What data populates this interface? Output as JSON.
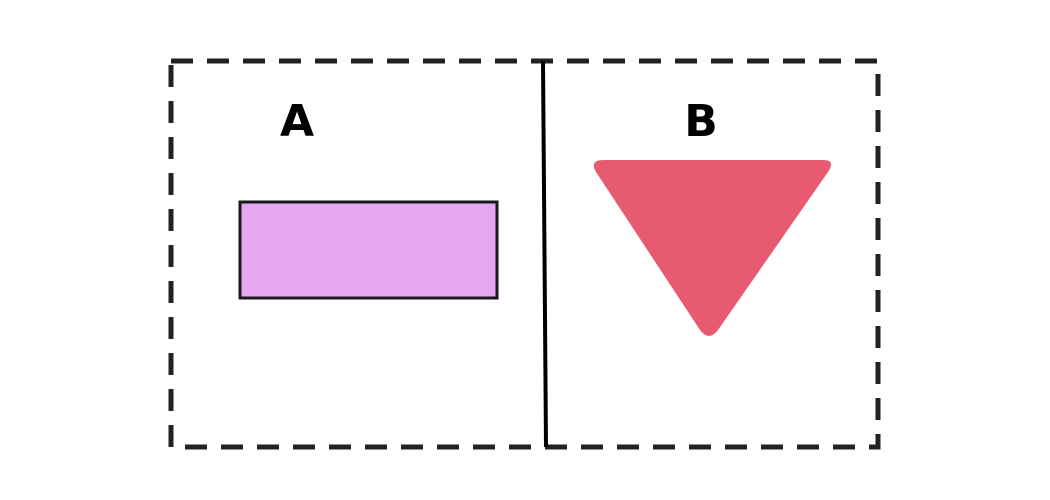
{
  "panels": [
    {
      "label": "A",
      "shape": "rectangle",
      "fill": "#E5A6F2",
      "stroke": "#1a1a1a"
    },
    {
      "label": "B",
      "shape": "triangle-down",
      "fill": "#E85A70"
    }
  ],
  "frame": {
    "stroke": "#222222",
    "style": "dashed"
  },
  "divider": {
    "stroke": "#000000"
  }
}
